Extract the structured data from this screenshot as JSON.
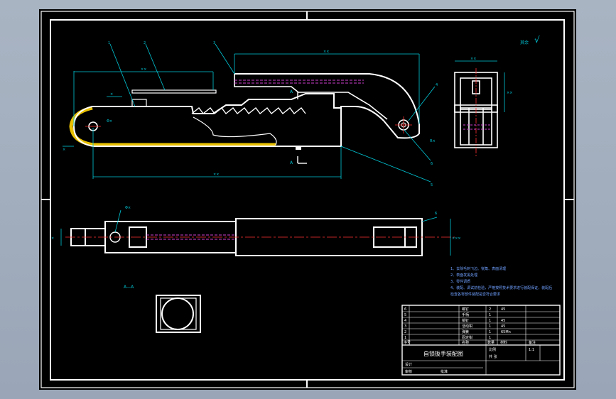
{
  "colors": {
    "background": "#9ba7b8",
    "paper": "#000000",
    "frame": "#ffffff",
    "dimension": "#00c8d8",
    "centerline": "#ff3030",
    "hidden": "#d040d0",
    "hatch": "#e8c000",
    "note_text": "#6fa0ff"
  },
  "part_labels": [
    "1",
    "2",
    "3",
    "4",
    "5",
    "6"
  ],
  "dimensions": {
    "top_overall": "××",
    "top_left": "××",
    "top_small": "×",
    "overall_length": "××",
    "left_height": "×",
    "pin_dia_top": "Φ×",
    "pin_dia_plan": "Φ×",
    "plan_height": "×××",
    "plan_inner": "×",
    "side_width": "××",
    "side_height": "××",
    "radius_right": "R×"
  },
  "section": {
    "cut_letter": "A",
    "title": "A—A"
  },
  "roughness": {
    "symbol": "√",
    "note": "其余"
  },
  "tech_requirements": [
    "1、去除毛刺飞边、锐角、表面清理",
    "2、表面发黑处理",
    "3、零件调质",
    "4、装配、调试前检验，严格按照技术要求进行装配保证，装配后",
    "   检查各零部件装配是否符合要求"
  ],
  "title_block": {
    "drawing_title": "自锁扳手装配图",
    "parts": [
      {
        "no": "6",
        "name": "螺钉",
        "qty": "2",
        "material": "45"
      },
      {
        "no": "5",
        "name": "手柄",
        "qty": "1",
        "material": ""
      },
      {
        "no": "4",
        "name": "销钉",
        "qty": "1",
        "material": "45"
      },
      {
        "no": "3",
        "name": "活动钳",
        "qty": "1",
        "material": "45"
      },
      {
        "no": "2",
        "name": "弹簧",
        "qty": "1",
        "material": "65Mn"
      },
      {
        "no": "1",
        "name": "固定钳",
        "qty": "1",
        "material": ""
      }
    ],
    "header": {
      "no": "序号",
      "name": "名称",
      "qty": "数量",
      "material": "材料",
      "note": "备注"
    },
    "scale_label": "比例",
    "scale_value": "1:1",
    "sheet_label": "共 张",
    "drawn_label": "设计",
    "checked_label": "审核",
    "approved_label": "批准"
  }
}
